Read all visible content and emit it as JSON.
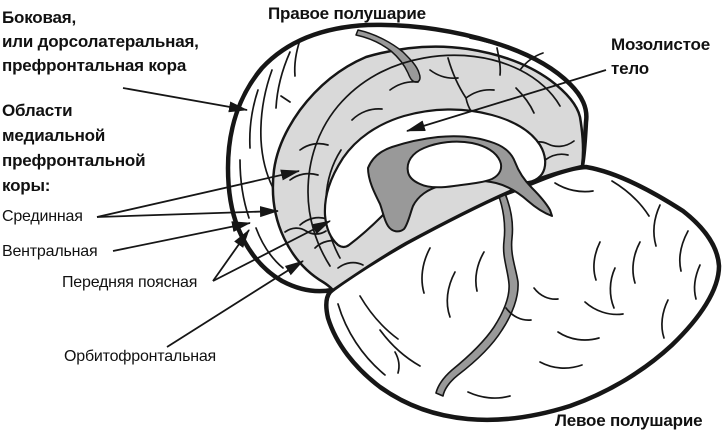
{
  "figure": {
    "title_top": "Правое полушарие",
    "title_bottom": "Левое полушарие",
    "labels": {
      "dorsolateral": "Боковая,\nили дорсолатеральная,\nпрефронтальная кора",
      "medial_heading": "Области\nмедиальной\nпрефронтальной\nкоры:",
      "median": "Срединная",
      "ventral": "Вентральная",
      "anterior_cingulate": "Передняя поясная",
      "orbitofrontal": "Орбитофронтальная",
      "corpus_callosum": "Мозолистое\nтело"
    },
    "colors": {
      "cortex_light": "#d9d9d9",
      "deep_gray": "#999999",
      "outline": "#161616",
      "background": "#ffffff"
    }
  }
}
